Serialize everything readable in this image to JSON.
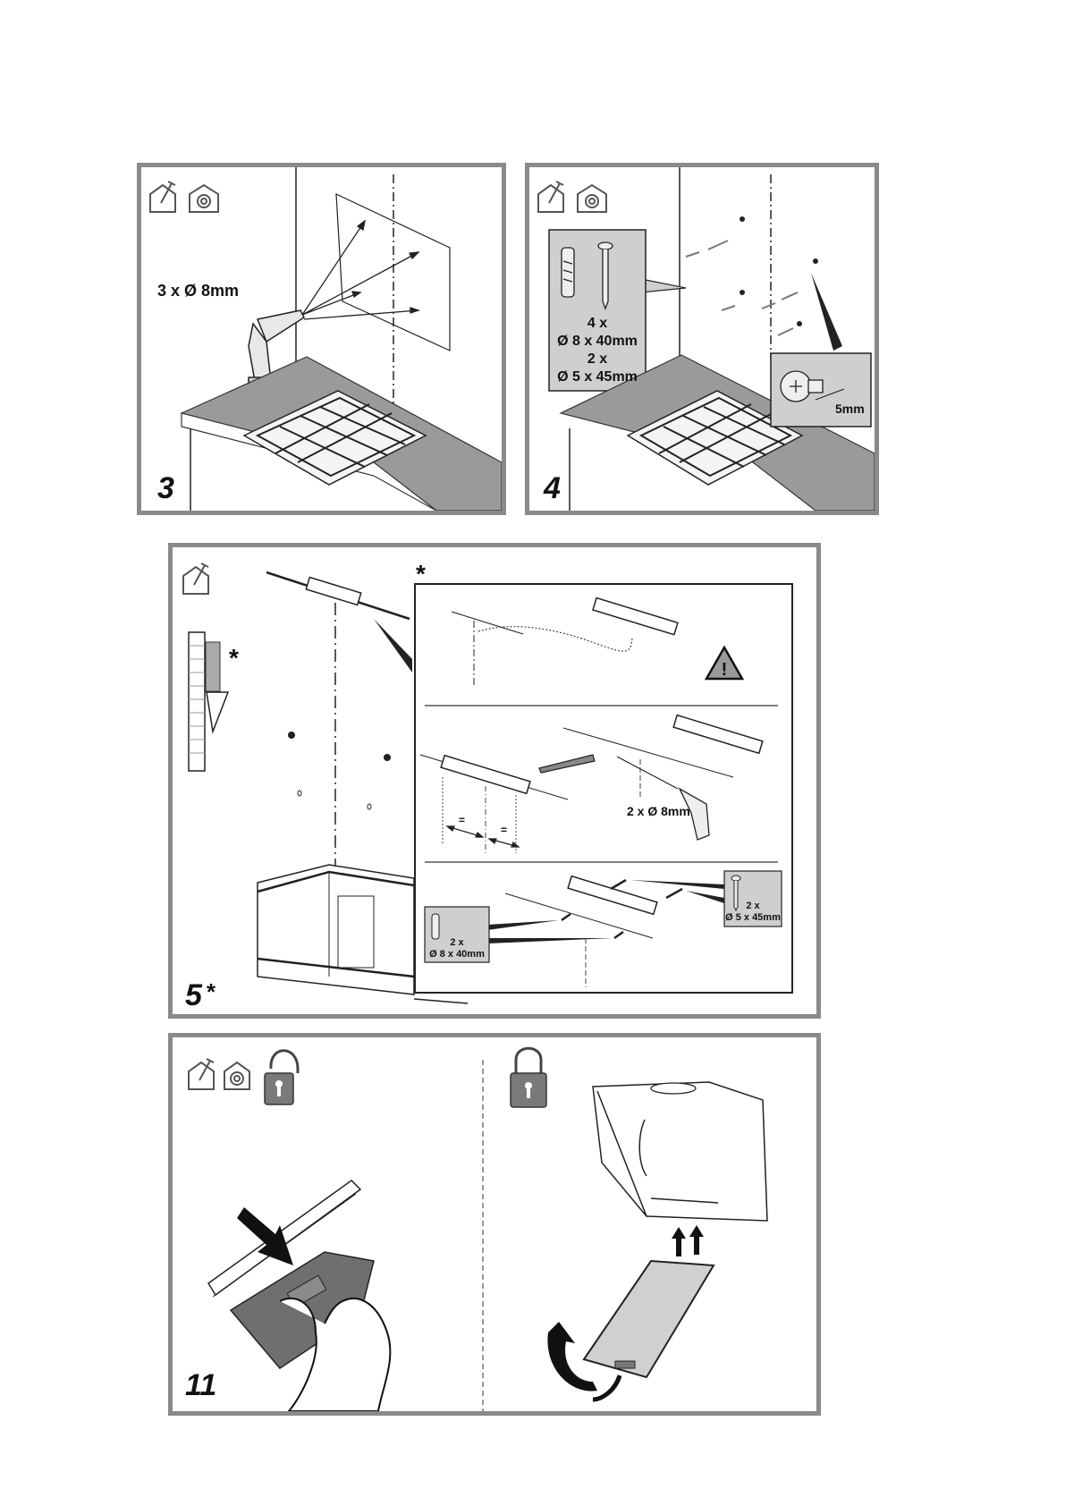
{
  "document": {
    "type": "installation-manual-page",
    "subject": "cooker hood wall mounting and filter replacement"
  },
  "colors": {
    "panel_border": "#8a8a8a",
    "countertop_gray": "#9a9a9a",
    "callout_gray": "#cfcfcf",
    "lock_gray": "#7a7a7a",
    "filter_gray": "#d0d0d0",
    "ink": "#111111"
  },
  "steps": [
    {
      "number": "3",
      "icons": [
        "house-install-icon",
        "house-recirculation-icon"
      ],
      "labels": {
        "drill_spec": "3 x Ø 8mm"
      }
    },
    {
      "number": "4",
      "icons": [
        "house-install-icon",
        "house-recirculation-icon"
      ],
      "parts_callout": {
        "line1": "4 x",
        "line2": "Ø 8 x 40mm",
        "line3": "2 x",
        "line4": "Ø 5 x 45mm"
      },
      "screw_detail": {
        "gap": "5mm"
      }
    },
    {
      "number": "5",
      "number_suffix": "*",
      "icons": [
        "house-install-icon"
      ],
      "asterisk_marks": [
        "*",
        "*"
      ],
      "detail": {
        "warning_icon": "warning-triangle-icon",
        "equal_marks": [
          "=",
          "="
        ],
        "drill_spec": "2 x Ø 8mm",
        "plugs_callout": {
          "line1": "2 x",
          "line2": "Ø 8 x 40mm"
        },
        "screws_callout": {
          "line1": "2 x",
          "line2": "Ø 5 x 45mm"
        }
      }
    },
    {
      "number": "11",
      "icons": [
        "house-install-icon",
        "house-recirculation-icon"
      ],
      "left_state_icon": "padlock-open-icon",
      "right_state_icon": "padlock-closed-icon"
    }
  ]
}
